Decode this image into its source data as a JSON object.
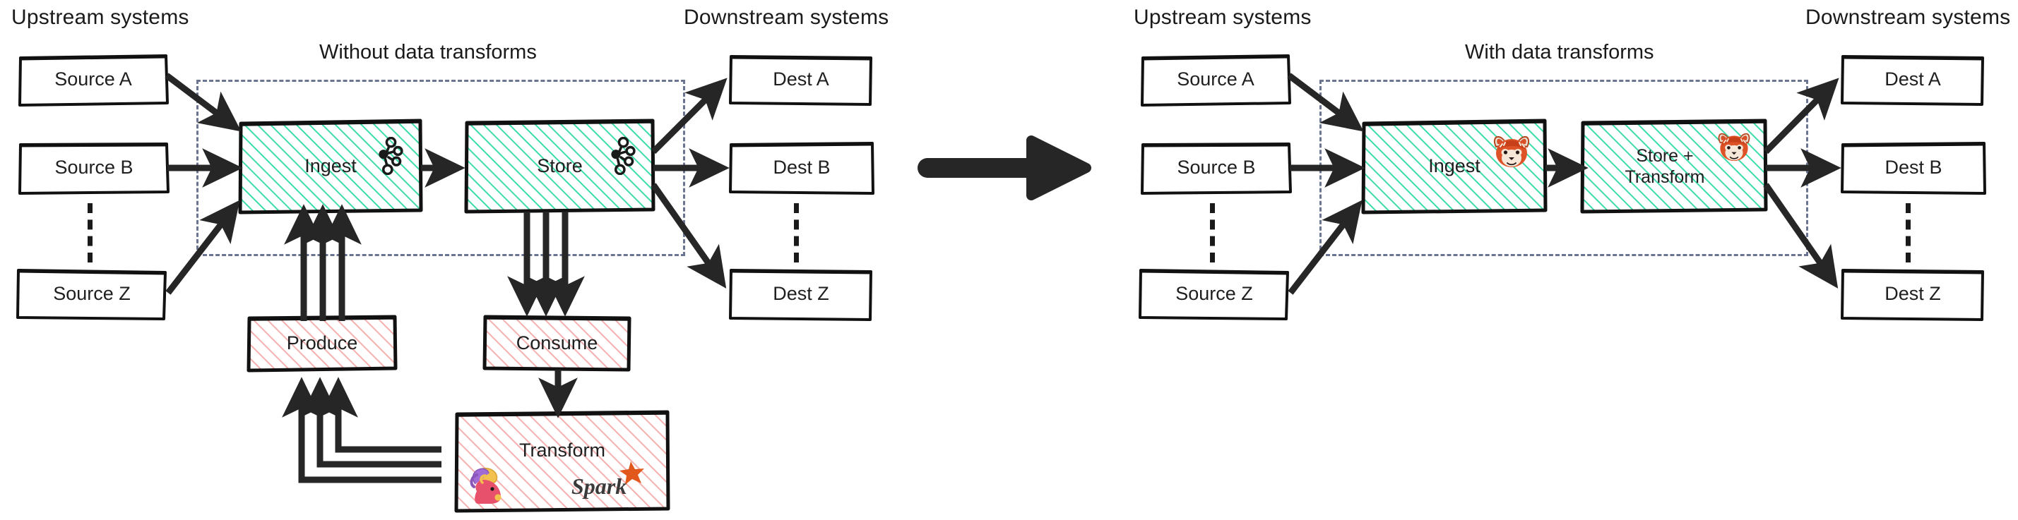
{
  "diagram": {
    "title_left": "Without data transforms",
    "title_right": "With data transforms",
    "left_panel": {
      "upstream_label": "Upstream systems",
      "downstream_label": "Downstream systems",
      "sources": [
        {
          "label": "Source A"
        },
        {
          "label": "Source B"
        },
        {
          "label": "Source Z"
        }
      ],
      "pipeline": [
        {
          "label": "Ingest",
          "logo": "kafka-icon",
          "fill": "#e8f8f1",
          "hatch": "#3ddcac"
        },
        {
          "label": "Store",
          "logo": "kafka-icon",
          "fill": "#e8f8f1",
          "hatch": "#3ddcac"
        }
      ],
      "produce": {
        "label": "Produce",
        "fill": "#fdeeee",
        "hatch": "#f2a3a3"
      },
      "consume": {
        "label": "Consume",
        "fill": "#fdeeee",
        "hatch": "#f2a3a3"
      },
      "transform": {
        "label": "Transform",
        "fill": "#fdeeee",
        "hatch": "#f2a3a3",
        "logos": [
          "flink-squirrel-icon",
          "spark-icon"
        ],
        "spark_wordmark": "Spark"
      },
      "destinations": [
        {
          "label": "Dest A"
        },
        {
          "label": "Dest B"
        },
        {
          "label": "Dest Z"
        }
      ]
    },
    "right_panel": {
      "upstream_label": "Upstream systems",
      "downstream_label": "Downstream systems",
      "sources": [
        {
          "label": "Source A"
        },
        {
          "label": "Source B"
        },
        {
          "label": "Source Z"
        }
      ],
      "pipeline": [
        {
          "label": "Ingest",
          "logo": "redpanda-icon",
          "fill": "#e8f8f1",
          "hatch": "#3ddcac"
        },
        {
          "label": "Store +\nTransform",
          "logo": "redpanda-icon",
          "fill": "#e8f8f1",
          "hatch": "#3ddcac"
        }
      ],
      "destinations": [
        {
          "label": "Dest A"
        },
        {
          "label": "Dest B"
        },
        {
          "label": "Dest Z"
        }
      ]
    },
    "center_arrow": {
      "name": "transition-arrow",
      "color": "#262626"
    },
    "colors": {
      "ink": "#1a1a1a",
      "dashed_boundary": "#6b7490",
      "green_hatch": "#3ddcac",
      "red_hatch": "#f2a3a3",
      "arrow": "#262626"
    }
  }
}
